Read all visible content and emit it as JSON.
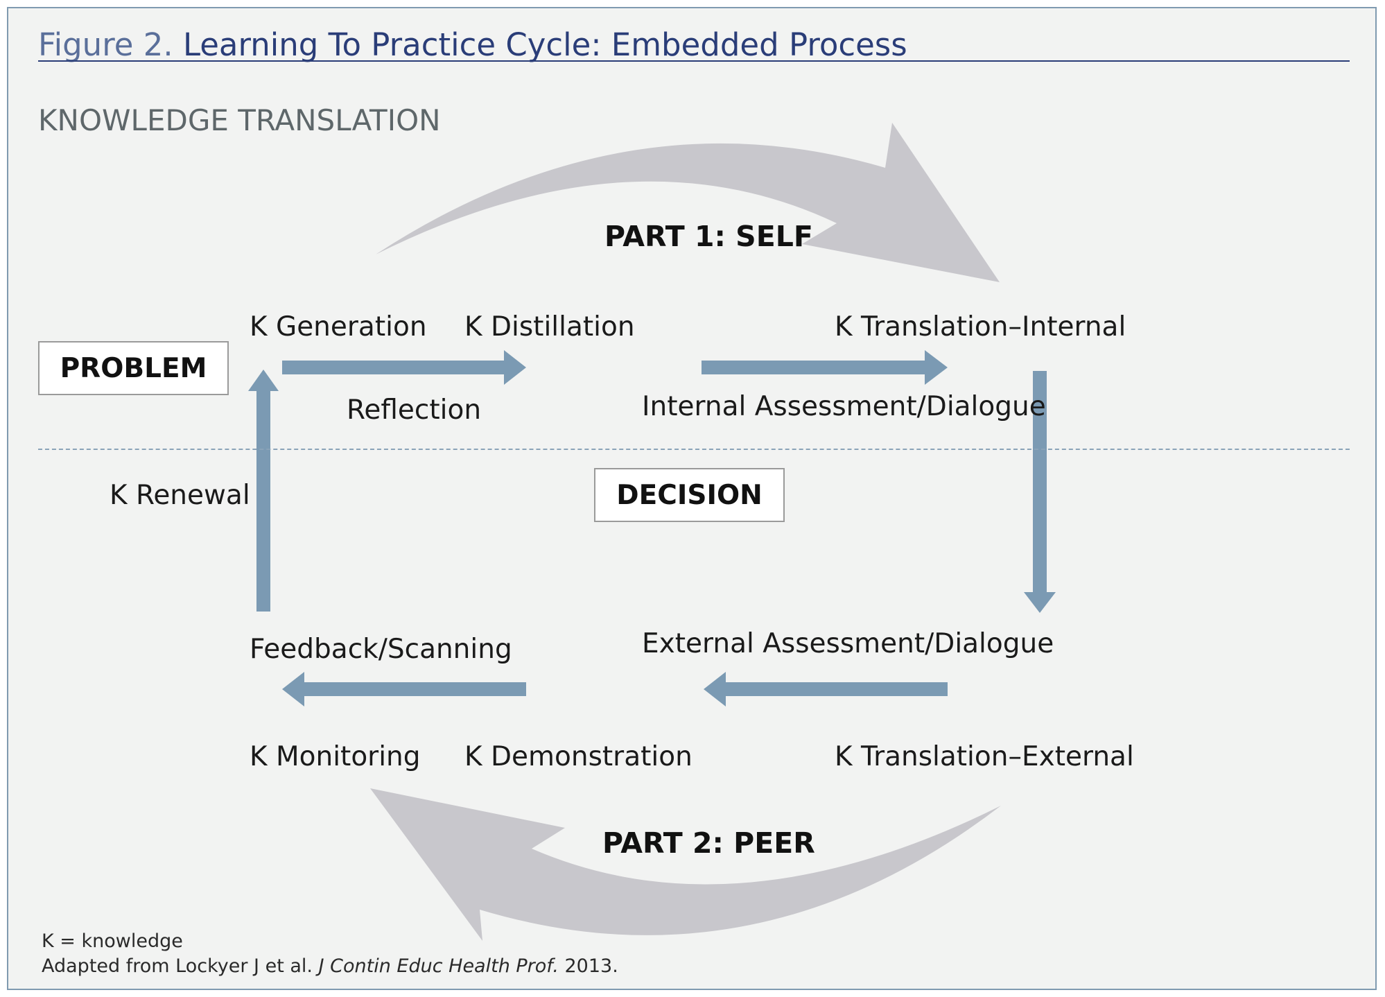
{
  "figure": {
    "title_prefix": "Figure 2.",
    "title": "Learning To Practice Cycle: Embedded Process",
    "section_label": "KNOWLEDGE TRANSLATION"
  },
  "cycle": {
    "part1_label": "PART 1: SELF",
    "part2_label": "PART 2: PEER",
    "problem_box": "PROBLEM",
    "decision_box": "DECISION",
    "stages": {
      "k_generation": "K Generation",
      "k_distillation": "K Distillation",
      "k_translation_internal": "K Translation–Internal",
      "reflection": "Reflection",
      "internal_assessment": "Internal Assessment/Dialogue",
      "k_renewal": "K Renewal",
      "external_assessment": "External Assessment/Dialogue",
      "feedback_scanning": "Feedback/Scanning",
      "k_monitoring": "K Monitoring",
      "k_demonstration": "K Demonstration",
      "k_translation_external": "K Translation–External"
    }
  },
  "footnote": {
    "definition": "K = knowledge",
    "source_prefix": "Adapted from Lockyer J et al.",
    "source_journal": "J Contin Educ Health Prof.",
    "source_year": "2013."
  },
  "colors": {
    "arrow_blue": "#7b9ab3",
    "arrow_gray": "#c8c7cc",
    "title_navy": "#2a3d78",
    "background": "#f2f3f2"
  }
}
